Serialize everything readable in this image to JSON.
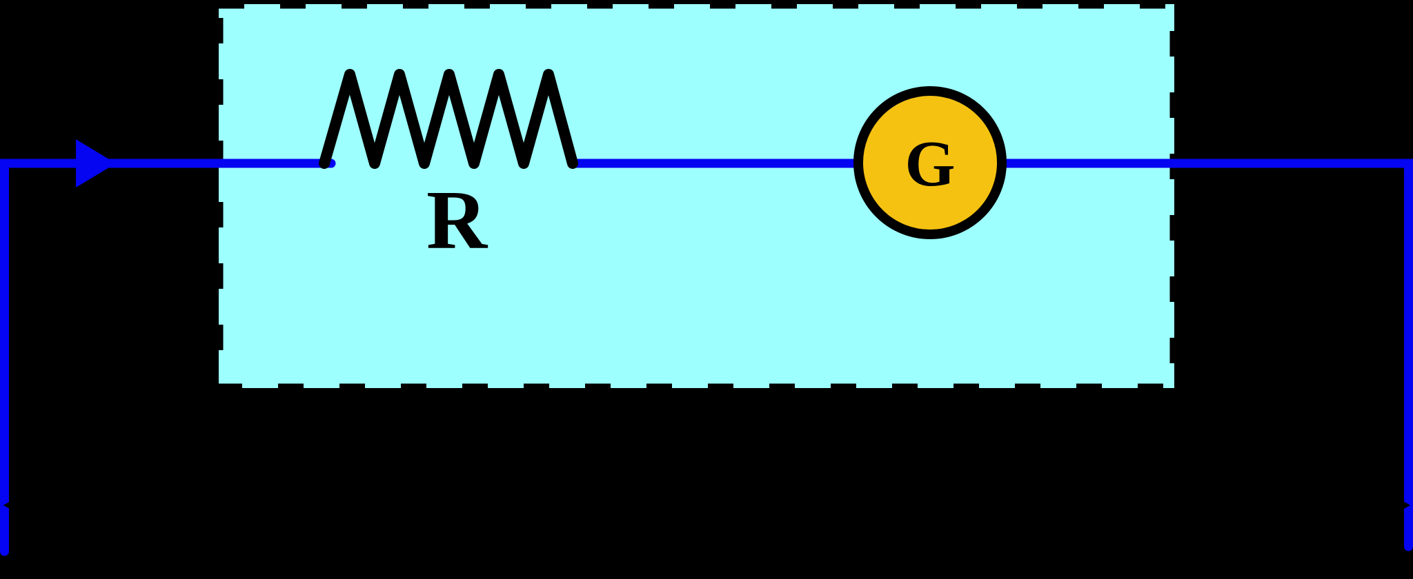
{
  "diagram": {
    "type": "circuit-schematic",
    "labels": {
      "resistor": "R",
      "galvanometer": "G"
    },
    "colors": {
      "background": "#000000",
      "box_fill": "#9EFFFF",
      "box_border": "#000000",
      "wire": "#0505F2",
      "component_stroke": "#000000",
      "galvanometer_fill": "#F5C211",
      "label_text": "#000000"
    }
  }
}
